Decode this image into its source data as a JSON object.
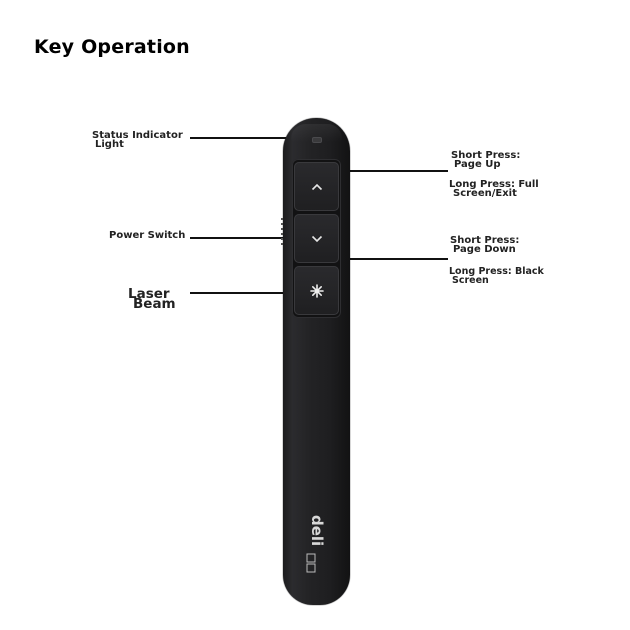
{
  "title": "Key Operation",
  "labels": {
    "status_indicator": {
      "line1": "Status Indicator",
      "line2": "Light"
    },
    "power_switch": {
      "line1": "Power Switch"
    },
    "laser_beam": {
      "line1": "Laser",
      "line2": "Beam"
    },
    "page_up_short": {
      "line1": "Short Press:",
      "line2": "Page Up"
    },
    "page_up_long": {
      "line1": "Long Press: Full",
      "line2": "Screen/Exit"
    },
    "page_down_short": {
      "line1": "Short Press:",
      "line2": "Page Down"
    },
    "page_down_long": {
      "line1": "Long Press: Black",
      "line2": "Screen"
    }
  },
  "device": {
    "brand": "deli",
    "keys": [
      {
        "name": "up",
        "icon": "chevron-up-icon"
      },
      {
        "name": "down",
        "icon": "chevron-down-icon"
      },
      {
        "name": "laser",
        "icon": "laser-burst-icon"
      }
    ],
    "body_color": "#1f1f21"
  }
}
